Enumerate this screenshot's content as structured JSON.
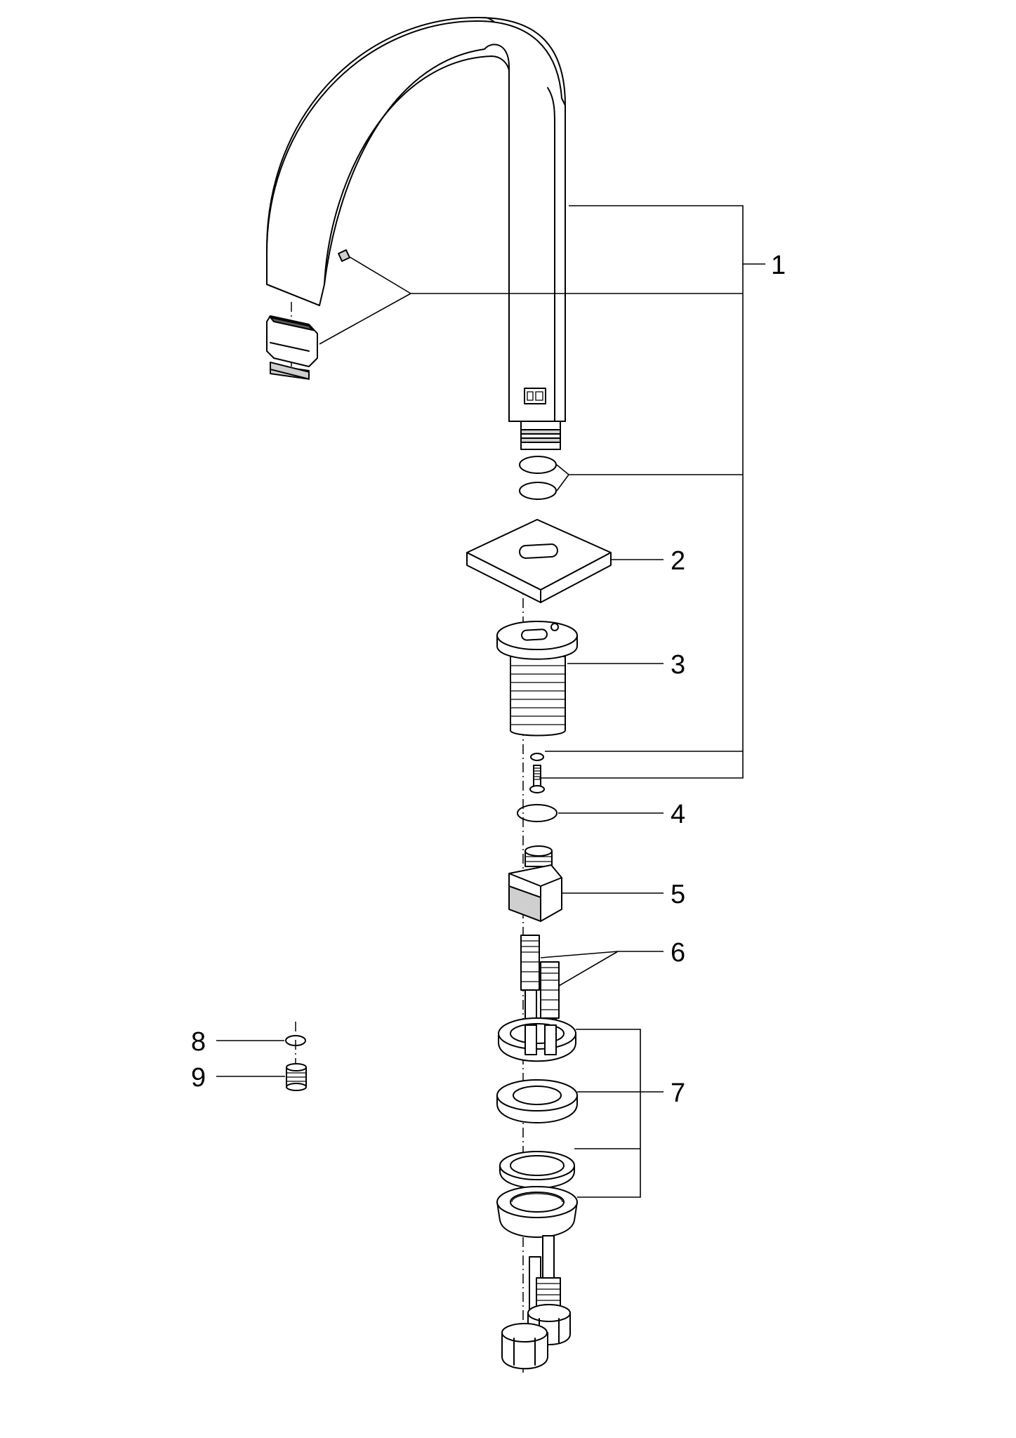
{
  "parts": [
    {
      "id": "part-1",
      "label": "1"
    },
    {
      "id": "part-2",
      "label": "2"
    },
    {
      "id": "part-3",
      "label": "3"
    },
    {
      "id": "part-4",
      "label": "4"
    },
    {
      "id": "part-5",
      "label": "5"
    },
    {
      "id": "part-6",
      "label": "6"
    },
    {
      "id": "part-7",
      "label": "7"
    },
    {
      "id": "part-8",
      "label": "8"
    },
    {
      "id": "part-9",
      "label": "9"
    }
  ],
  "colors": {
    "line": "#000000",
    "background": "#ffffff",
    "shade": "#cfcfcf"
  }
}
